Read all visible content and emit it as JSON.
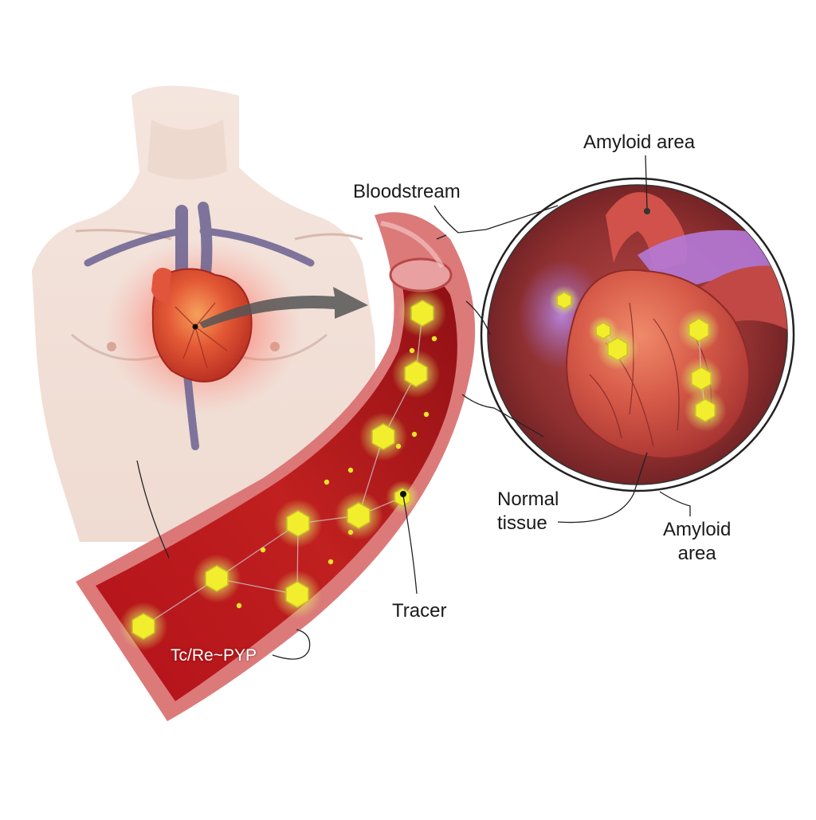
{
  "labels": {
    "amyloid_area_top": "Amyloid area",
    "bloodstream": "Bloodstream",
    "normal_tissue_line1": "Normal",
    "normal_tissue_line2": "tissue",
    "amyloid_area_bottom_line1": "Amyloid",
    "amyloid_area_bottom_line2": "area",
    "tracer": "Tracer",
    "tc_re_pyp": "Tc/Re~PYP"
  },
  "colors": {
    "skin": "#f1dfd6",
    "heart": "#d9452e",
    "vessel_wall": "#c24a4c",
    "blood": "#b01818",
    "tracer_glow": "#f4f02a",
    "amyloid_purple": "#9b6fd1",
    "outline": "#222222"
  },
  "icons": {
    "arrow": "curved-arrow-icon",
    "tracer": "hexagon-molecule-icon"
  }
}
